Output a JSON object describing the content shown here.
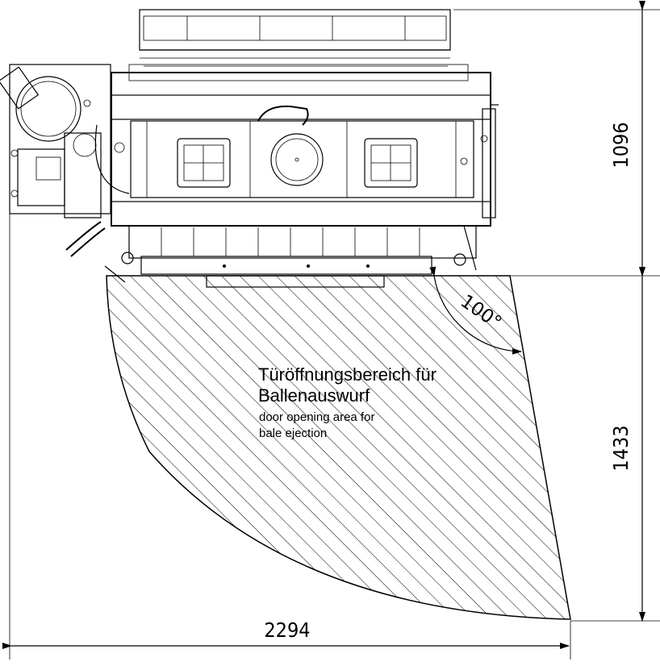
{
  "drawing": {
    "area_label_de_line1": "Türöffnungsbereich für",
    "area_label_de_line2": "Ballenauswurf",
    "area_label_en_line1": "door opening area for",
    "area_label_en_line2": "bale ejection",
    "angle_label": "100°",
    "dimension_width": "2294",
    "dimension_upper_height": "1096",
    "dimension_lower_height": "1433"
  }
}
